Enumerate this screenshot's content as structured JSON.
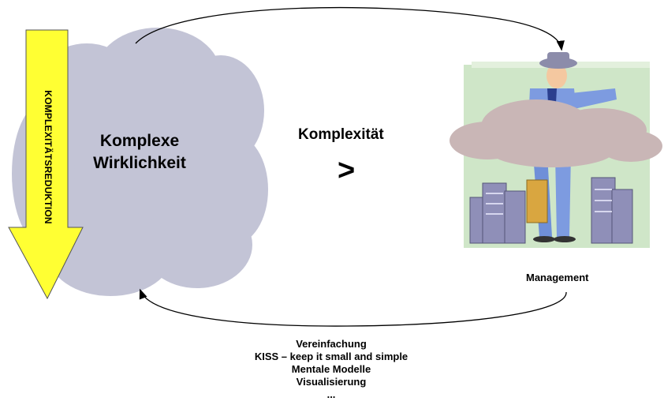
{
  "arrow_label": "KOMPLEXITÄTSREDUKTION",
  "cloud_label_line1": "Komplexe",
  "cloud_label_line2": "Wirklichkeit",
  "center_label": "Komplexität",
  "center_symbol": ">",
  "management_label": "Management",
  "bottom_items": [
    "Vereinfachung",
    "KISS – keep it small and simple",
    "Mentale Modelle",
    "Visualisierung",
    "..."
  ],
  "colors": {
    "cloud": "#c3c4d6",
    "arrow_fill": "#ffff33",
    "clipart_bg": "#cfe6c8"
  },
  "icons": [
    "cloud-shape",
    "down-arrow",
    "businessman-clipart",
    "curved-arrow"
  ]
}
